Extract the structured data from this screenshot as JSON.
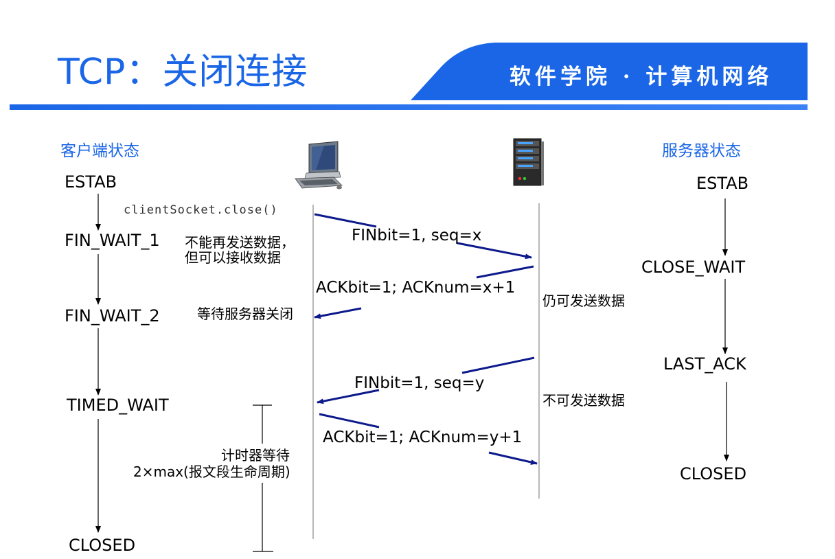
{
  "header": {
    "title": "TCP：关闭连接",
    "banner": "软件学院 · 计算机网络",
    "colors": {
      "accent": "#1a66e6",
      "arrow": "#0d1a8c"
    }
  },
  "columns": {
    "client_title": "客户端状态",
    "server_title": "服务器状态"
  },
  "client_states": [
    "ESTAB",
    "FIN_WAIT_1",
    "FIN_WAIT_2",
    "TIMED_WAIT",
    "CLOSED"
  ],
  "server_states": [
    "ESTAB",
    "CLOSE_WAIT",
    "LAST_ACK",
    "CLOSED"
  ],
  "call": "clientSocket.close()",
  "messages": {
    "fin1": "FINbit=1, seq=x",
    "ack1": "ACKbit=1; ACKnum=x+1",
    "fin2": "FINbit=1, seq=y",
    "ack2": "ACKbit=1; ACKnum=y+1"
  },
  "notes": {
    "no_send_line1": "不能再发送数据，",
    "no_send_line2": "但可以接收数据",
    "wait_server": "等待服务器关闭",
    "can_send": "仍可发送数据",
    "cannot_send": "不可发送数据",
    "timer_line1": "计时器等待",
    "timer_line2": "2×max(报文段生命周期)"
  },
  "icons": {
    "client": "desktop-computer-icon",
    "server": "server-tower-icon"
  }
}
